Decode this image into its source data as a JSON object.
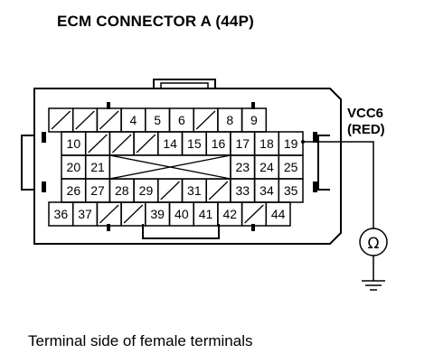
{
  "title": "ECM CONNECTOR A (44P)",
  "caption": "Terminal side of female terminals",
  "signal": {
    "name": "VCC6",
    "wire_color": "(RED)"
  },
  "meter_symbol": "Ω",
  "connector": {
    "rows": [
      [
        "",
        "",
        "",
        "4",
        "5",
        "6",
        "",
        "8",
        "9"
      ],
      [
        "10",
        "",
        "",
        "",
        "14",
        "15",
        "16",
        "17",
        "18",
        "19"
      ],
      [
        "20",
        "21",
        "",
        "",
        "",
        "",
        "",
        "23",
        "24",
        "25"
      ],
      [
        "26",
        "27",
        "28",
        "29",
        "",
        "31",
        "",
        "33",
        "34",
        "35"
      ],
      [
        "36",
        "37",
        "",
        "",
        "39",
        "40",
        "41",
        "42",
        "",
        "44"
      ]
    ],
    "probed_terminal": "19"
  }
}
